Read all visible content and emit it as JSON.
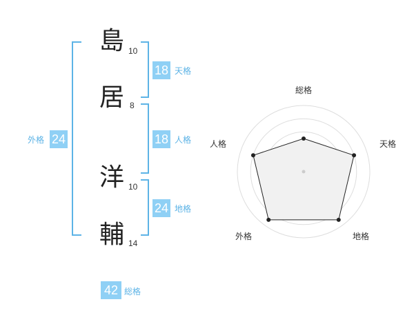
{
  "name": {
    "chars": [
      {
        "char": "島",
        "strokes": "10"
      },
      {
        "char": "居",
        "strokes": "8"
      },
      {
        "char": "洋",
        "strokes": "10"
      },
      {
        "char": "輔",
        "strokes": "14"
      }
    ]
  },
  "kaku": {
    "tenkaku": {
      "value": "18",
      "label": "天格"
    },
    "jinkaku": {
      "value": "18",
      "label": "人格"
    },
    "chikaku": {
      "value": "24",
      "label": "地格"
    },
    "gaikaku": {
      "value": "24",
      "label": "外格"
    },
    "soukaku": {
      "value": "42",
      "label": "総格"
    }
  },
  "radar": {
    "labels": {
      "top": "総格",
      "right": "天格",
      "bottom_right": "地格",
      "bottom_left": "外格",
      "left": "人格"
    },
    "levels": 5,
    "scores": [
      0.5,
      0.8,
      0.9,
      0.9,
      0.8
    ],
    "score_order": [
      "総格",
      "天格",
      "地格",
      "外格",
      "人格"
    ]
  }
}
